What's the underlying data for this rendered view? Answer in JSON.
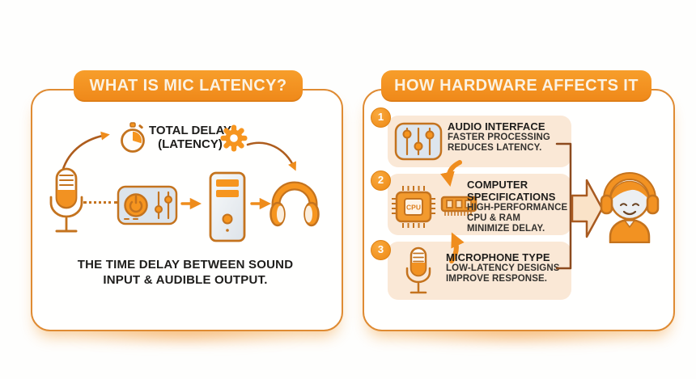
{
  "palette": {
    "orange_primary": "#F29222",
    "orange_header": "#EF8819",
    "panel_border": "#DF8B33",
    "card_background": "#FAE8D6",
    "icon_stroke": "#C4731E",
    "bracket_brown": "#8C4A1E",
    "big_arrow_fill": "#FAE3C8",
    "text_dark": "#1E1D1B"
  },
  "left_panel": {
    "title": "WHAT IS MIC LATENCY?",
    "total_delay": {
      "line1": "TOTAL DELAY",
      "line2": "(LATENCY)"
    },
    "caption": {
      "line1": "THE TIME DELAY BETWEEN SOUND",
      "line2": "INPUT & AUDIBLE OUTPUT."
    },
    "flow_icons": [
      "stopwatch-icon",
      "gear-icon",
      "microphone-icon",
      "audio-interface-icon",
      "computer-tower-icon",
      "headphones-icon"
    ]
  },
  "right_panel": {
    "title": "HOW HARDWARE AFFECTS IT",
    "items": [
      {
        "number": "1",
        "title": "AUDIO INTERFACE",
        "icon": "sliders-icon",
        "desc": [
          "FASTER PROCESSING",
          "REDUCES LATENCY."
        ]
      },
      {
        "number": "2",
        "title": "COMPUTER SPECIFICATIONS",
        "icon": "cpu-ram-icon",
        "cpu_label": "CPU",
        "desc": [
          "HIGH-PERFORMANCE",
          "CPU & RAM",
          "MINIMIZE DELAY."
        ]
      },
      {
        "number": "3",
        "title": "MICROPHONE TYPE",
        "icon": "microphone-icon",
        "desc": [
          "LOW-LATENCY DESIGNS",
          "IMPROVE RESPONSE."
        ]
      }
    ],
    "result_icon": "listener-person-icon"
  }
}
